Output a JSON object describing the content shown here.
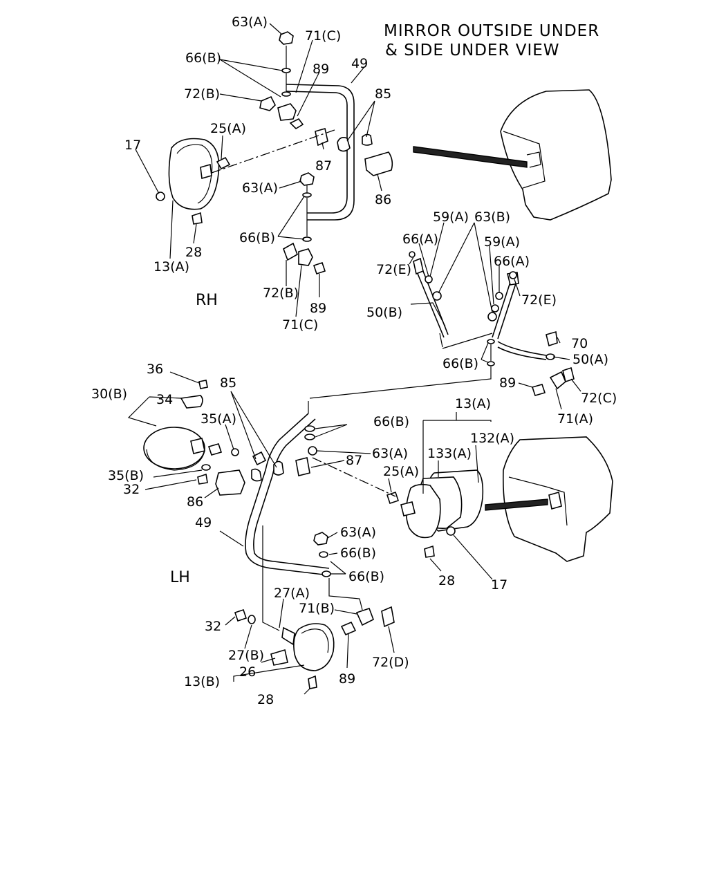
{
  "title": {
    "line1": "MIRROR OUTSIDE UNDER",
    "line2": "& SIDE UNDER VIEW"
  },
  "sides": {
    "rh": "RH",
    "lh": "LH"
  },
  "labels": {
    "rh_63a_top": "63(A)",
    "rh_71c_top": "71(C)",
    "rh_66b_top": "66(B)",
    "rh_89_top": "89",
    "rh_49": "49",
    "rh_85": "85",
    "rh_72b_top": "72(B)",
    "rh_25a": "25(A)",
    "rh_17": "17",
    "rh_87": "87",
    "rh_63a_mid": "63(A)",
    "rh_86": "86",
    "rh_66b_mid": "66(B)",
    "rh_28": "28",
    "rh_13a": "13(A)",
    "rh_72b_bot": "72(B)",
    "rh_89_bot": "89",
    "rh_71c_bot": "71(C)",
    "br_59a_l": "59(A)",
    "br_63b": "63(B)",
    "br_66a_l": "66(A)",
    "br_59a_r": "59(A)",
    "br_72e_l": "72(E)",
    "br_66a_r": "66(A)",
    "br_72e_r": "72(E)",
    "br_50b": "50(B)",
    "br_70": "70",
    "br_66b": "66(B)",
    "br_50a": "50(A)",
    "br_89": "89",
    "br_72c": "72(C)",
    "br_71a": "71(A)",
    "lh_36": "36",
    "lh_85": "85",
    "lh_30b": "30(B)",
    "lh_34": "34",
    "lh_35a": "35(A)",
    "lh_13a": "13(A)",
    "lh_66b_top": "66(B)",
    "lh_132a": "132(A)",
    "lh_133a": "133(A)",
    "lh_63a_top": "63(A)",
    "lh_87": "87",
    "lh_25a": "25(A)",
    "lh_35b": "35(B)",
    "lh_32_top": "32",
    "lh_86": "86",
    "lh_49": "49",
    "lh_63a_bot": "63(A)",
    "lh_66b_mid": "66(B)",
    "lh_66b_bot": "66(B)",
    "lh_28_right": "28",
    "lh_17": "17",
    "lh_27a": "27(A)",
    "lh_71b": "71(B)",
    "lh_32_bot": "32",
    "lh_27b": "27(B)",
    "lh_26": "26",
    "lh_72d": "72(D)",
    "lh_13b": "13(B)",
    "lh_89": "89",
    "lh_28_bot": "28"
  }
}
